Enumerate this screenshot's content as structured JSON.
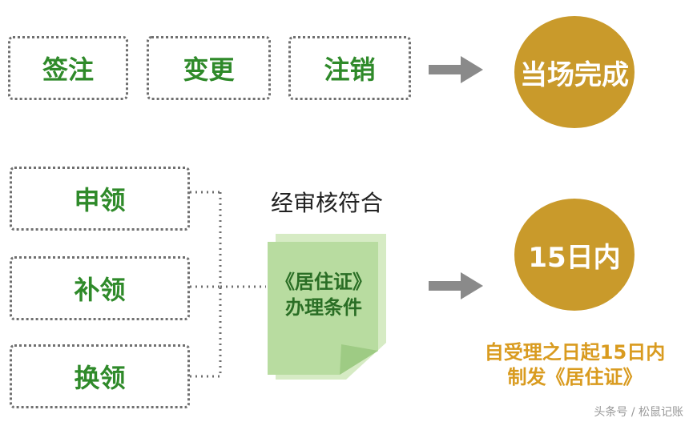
{
  "top_row": {
    "boxes": [
      "签注",
      "变更",
      "注销"
    ],
    "result": "当场完成"
  },
  "bottom_row": {
    "boxes": [
      "申领",
      "补领",
      "换领"
    ],
    "condition_label": "经审核符合",
    "document": {
      "line1": "《居住证》",
      "line2": "办理条件"
    },
    "result": "15日内",
    "note": {
      "line1": "自受理之日起15日内",
      "line2": "制发《居住证》"
    }
  },
  "watermark": "头条号 / 松鼠记账",
  "colors": {
    "green_text": "#2f8a2a",
    "gold": "#c99a2b",
    "note": "#d99b1f",
    "doc_fill": "#b8dca0"
  }
}
